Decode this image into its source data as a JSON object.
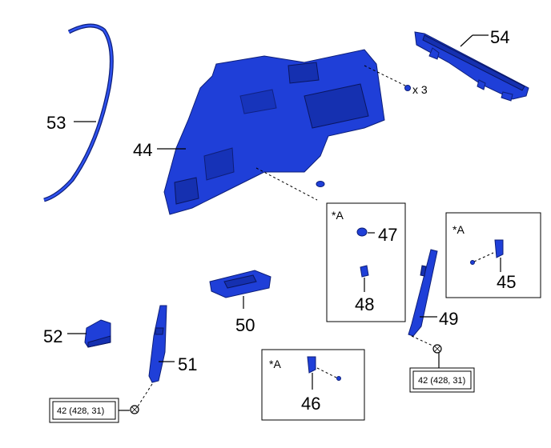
{
  "callouts": {
    "c53": "53",
    "c54": "54",
    "c44": "44",
    "c47": "47",
    "c48": "48",
    "c45": "45",
    "c50": "50",
    "c49": "49",
    "c52": "52",
    "c51": "51",
    "c46": "46"
  },
  "notes": {
    "qty_x3": "x 3",
    "variant_a1": "*A",
    "variant_a2": "*A",
    "variant_a3": "*A"
  },
  "torque": {
    "left": "42 (428, 31)",
    "right": "42 (428, 31)"
  },
  "colors": {
    "part_fill": "#1f3fd8",
    "part_stroke": "#0d1f7a",
    "line": "#000000"
  }
}
